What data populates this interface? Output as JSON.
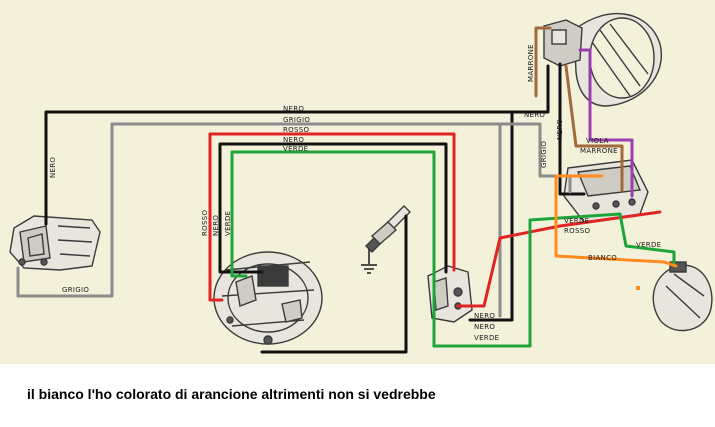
{
  "caption": "il bianco l'ho colorato di arancione altrimenti non si vedrebbe",
  "labels": {
    "nero_top": "NERO",
    "grigio_top": "GRIGIO",
    "rosso": "ROSSO",
    "nero_second": "NERO",
    "verde_top": "VERDE",
    "nero_left": "NERO",
    "grigio_bottom": "GRIGIO",
    "rosso_vertical": "ROSSO",
    "nero_vertical": "NERO",
    "verde_vertical": "VERDE",
    "nero_block_1": "NERO",
    "nero_block_2": "NERO",
    "verde_block": "VERDE",
    "nero_right": "NERO",
    "marrone_vertical": "MARRONE",
    "nero_vertical_right": "NERO",
    "grigio_vertical": "GRIGIO",
    "viola": "VIOLA",
    "marrone": "MARRONE",
    "verde_right": "VERDE",
    "rosso_right": "ROSSO",
    "bianco": "BIANCO",
    "verde_lamp": "VERDE"
  },
  "wire_colors": {
    "nero": "#111111",
    "grigio": "#8c8c8c",
    "rosso": "#e02424",
    "verde": "#1ea53a",
    "marrone": "#a06a3c",
    "viola": "#9b3fb0",
    "bianco_shown_as": "#ff8a1f"
  },
  "background_color": "#f4f1db"
}
